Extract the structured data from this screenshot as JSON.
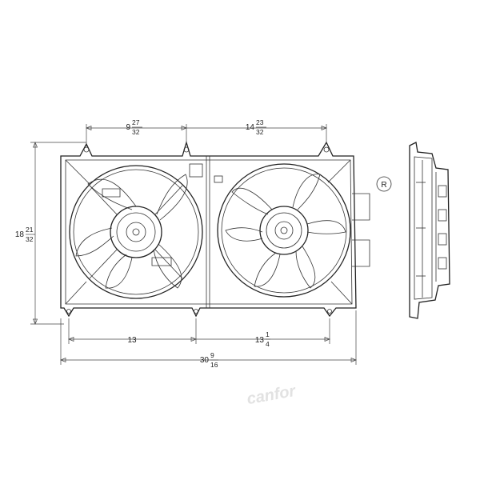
{
  "dimensions": {
    "top_left": {
      "whole": "9",
      "num": "27",
      "den": "32"
    },
    "top_right": {
      "whole": "14",
      "num": "23",
      "den": "32"
    },
    "height": {
      "whole": "18",
      "num": "21",
      "den": "32"
    },
    "bottom_left": {
      "whole": "13"
    },
    "bottom_right": {
      "whole": "13",
      "num": "1",
      "den": "4"
    },
    "overall": {
      "whole": "30",
      "num": "9",
      "den": "16"
    }
  },
  "registered_mark": "R",
  "watermark": "canfor",
  "icons": [
    "left-fan-icon",
    "right-fan-icon",
    "side-profile-icon"
  ],
  "colors": {
    "line": "#222222",
    "background": "#ffffff"
  }
}
